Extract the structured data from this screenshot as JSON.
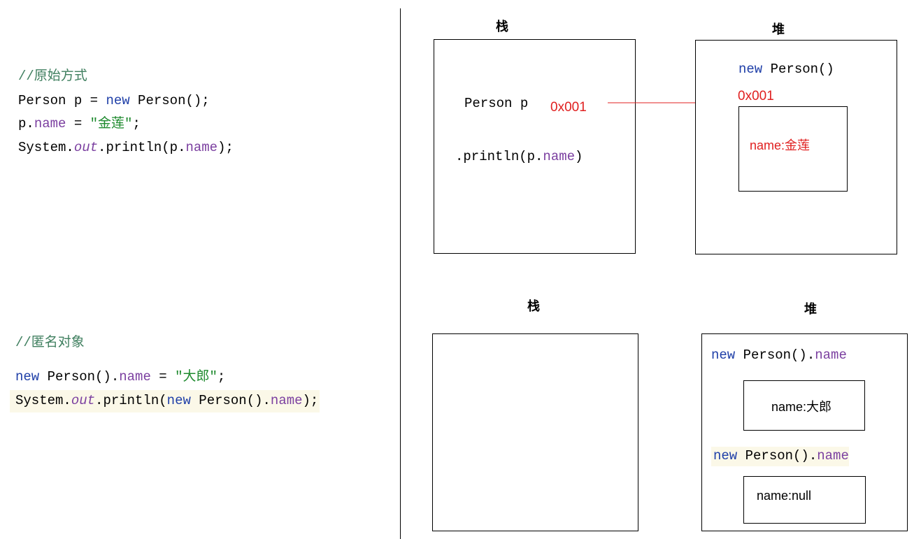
{
  "left": {
    "original": {
      "comment": "//原始方式",
      "line1": {
        "type": "Person",
        "var": " p = ",
        "kw": "new",
        "ctor": " Person();"
      },
      "line2": {
        "obj": "p.",
        "field": "name",
        "eq": " = ",
        "str": "\"金莲\"",
        "end": ";"
      },
      "line3": {
        "sys": "System.",
        "out": "out",
        "call": ".println(p.",
        "field": "name",
        "end": ");"
      }
    },
    "anonymous": {
      "comment": "//匿名对象",
      "line1": {
        "kw": "new",
        "ctor": " Person().",
        "field": "name",
        "eq": " = ",
        "str": "\"大郎\"",
        "end": ";"
      },
      "line2": {
        "sys": "System.",
        "out": "out",
        "call": ".println(",
        "kw": "new",
        "ctor": " Person().",
        "field": "name",
        "end": ");"
      }
    }
  },
  "top": {
    "stack_label": "栈",
    "heap_label": "堆",
    "stack_var": "Person p",
    "stack_addr": "0x001",
    "stack_call": {
      "pre": ".println(p.",
      "field": "name",
      "end": ")"
    },
    "heap_new": {
      "kw": "new",
      "ctor": " Person()"
    },
    "heap_addr": "0x001",
    "heap_obj": "name:金莲"
  },
  "bottom": {
    "stack_label": "栈",
    "heap_label": "堆",
    "heap_line1": {
      "kw": "new",
      "ctor": " Person().",
      "field": "name"
    },
    "heap_obj1": "name:大郎",
    "heap_line2": {
      "kw": "new",
      "ctor": " Person().",
      "field": "name"
    },
    "heap_obj2": "name:null"
  },
  "colors": {
    "keyword": "#1f3fa8",
    "field": "#7b3fa0",
    "string": "#1e8a2e",
    "comment": "#3f7f5f",
    "address": "#e02020"
  }
}
